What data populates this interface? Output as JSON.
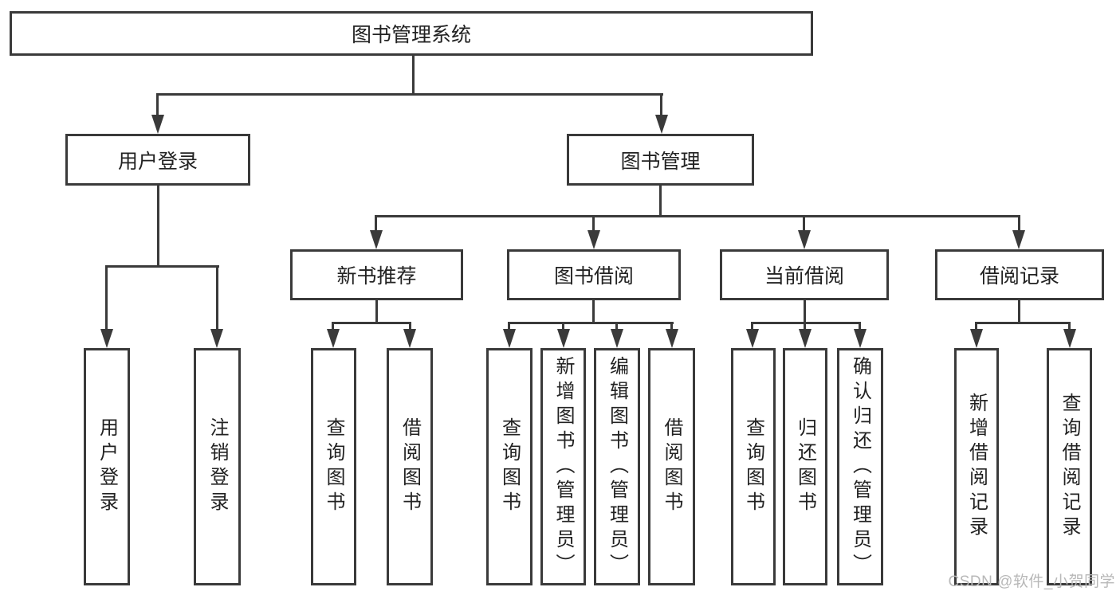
{
  "tree": {
    "root": {
      "label": "图书管理系统",
      "children": [
        {
          "label": "用户登录",
          "children": [
            {
              "label": "用户登录"
            },
            {
              "label": "注销登录"
            }
          ]
        },
        {
          "label": "图书管理",
          "children": [
            {
              "label": "新书推荐",
              "children": [
                {
                  "label": "查询图书"
                },
                {
                  "label": "借阅图书"
                }
              ]
            },
            {
              "label": "图书借阅",
              "children": [
                {
                  "label": "查询图书"
                },
                {
                  "label": "新增图书（管理员）"
                },
                {
                  "label": "编辑图书（管理员）"
                },
                {
                  "label": "借阅图书"
                }
              ]
            },
            {
              "label": "当前借阅",
              "children": [
                {
                  "label": "查询图书"
                },
                {
                  "label": "归还图书"
                },
                {
                  "label": "确认归还（管理员）"
                }
              ]
            },
            {
              "label": "借阅记录",
              "children": [
                {
                  "label": "新增借阅记录"
                },
                {
                  "label": "查询借阅记录"
                }
              ]
            }
          ]
        }
      ]
    }
  },
  "watermark": {
    "text": "CSDN @软件_小贺同学"
  },
  "colors": {
    "line": "#3a3a3a",
    "text": "#222222",
    "watermark": "#b8b8b8",
    "background": "#ffffff"
  }
}
